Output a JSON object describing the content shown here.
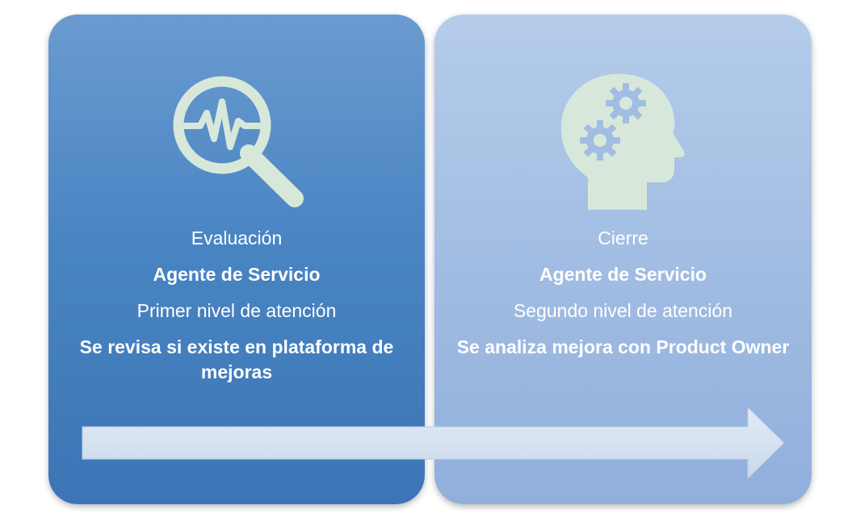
{
  "stages": [
    {
      "icon": "magnifier-pulse-icon",
      "phase": "Evaluación",
      "role": "Agente de Servicio",
      "level": "Primer nivel de atención",
      "action": "Se revisa si existe en plataforma de mejoras"
    },
    {
      "icon": "head-gears-icon",
      "phase": "Cierre",
      "role": "Agente de Servicio",
      "level": "Segundo nivel de atención",
      "action": "Se analiza mejora con Product Owner"
    }
  ],
  "colors": {
    "left_panel": "#4a85c3",
    "right_panel": "#a2bde3",
    "icon_fill": "#d7e8da",
    "arrow_fill": "#d6e2f1",
    "text": "#ffffff"
  }
}
